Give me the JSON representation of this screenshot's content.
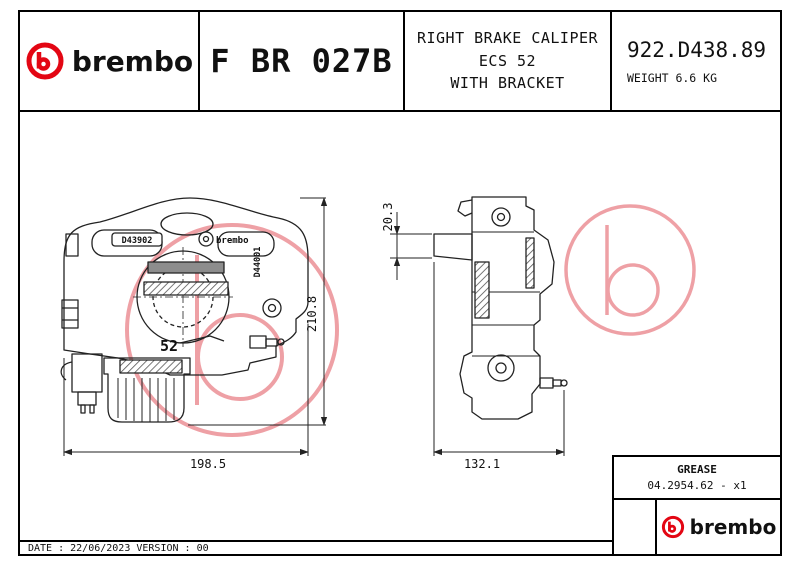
{
  "header": {
    "brand": "brembo",
    "part_code": "F BR 027B",
    "product_title": {
      "line1": "RIGHT BRAKE CALIPER",
      "line2": "ECS 52",
      "line3": "WITH BRACKET"
    },
    "ref_number": "922.D438.89",
    "weight": "WEIGHT 6.6 KG"
  },
  "drawing": {
    "dimensions": {
      "overall_height": "210.8",
      "bracket_offset": "20.3",
      "front_width": "198.5",
      "side_width": "132.1",
      "piston_diameter": "52"
    },
    "stamps": {
      "casting_left": "D43902",
      "casting_right": "D44001",
      "brand": "brembo"
    }
  },
  "parts_panel": {
    "grease_label": "GREASE",
    "grease_part": "04.2954.62 - x1",
    "brand": "brembo"
  },
  "footer": {
    "date_version": "DATE : 22/06/2023 VERSION : 00"
  },
  "colors": {
    "brand_red": "#e30613",
    "watermark_red": "#ec9096",
    "line": "#1a1a1a"
  }
}
